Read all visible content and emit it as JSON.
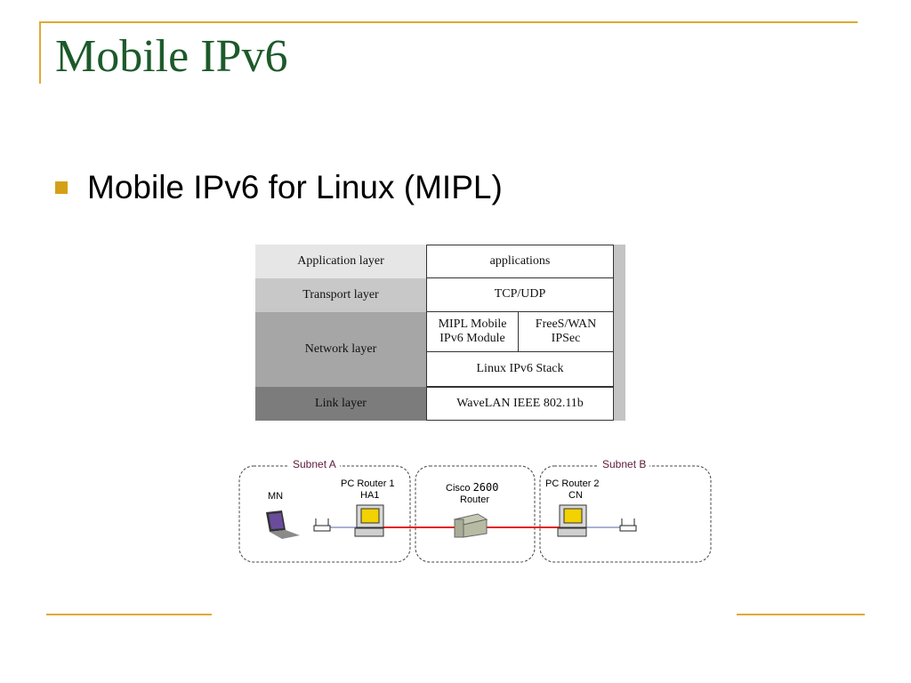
{
  "slide": {
    "title": "Mobile IPv6",
    "bullets": [
      "Mobile IPv6 for Linux (MIPL)"
    ]
  },
  "layer_table": {
    "layers": [
      {
        "name": "Application layer",
        "shade": "#e6e6e6"
      },
      {
        "name": "Transport layer",
        "shade": "#c8c8c8"
      },
      {
        "name": "Network layer",
        "shade": "#a6a6a6"
      },
      {
        "name": "Link layer",
        "shade": "#7c7c7c"
      }
    ],
    "cells": {
      "applications": "applications",
      "tcp_udp": "TCP/UDP",
      "mipl_line1": "MIPL Mobile",
      "mipl_line2": "IPv6 Module",
      "freeswan_line1": "FreeS/WAN",
      "freeswan_line2": "IPSec",
      "linux_stack": "Linux IPv6 Stack",
      "wavelan": "WaveLAN IEEE 802.11b"
    }
  },
  "network_diagram": {
    "subnet_a": "Subnet A",
    "subnet_b": "Subnet B",
    "mn": "MN",
    "pc_router_1": "PC Router 1",
    "ha1": "HA1",
    "cisco_name": "Cisco",
    "cisco_model": "2600",
    "router": "Router",
    "pc_router_2": "PC Router 2",
    "cn": "CN",
    "link_color": "#e02020"
  },
  "colors": {
    "accent": "#e0a933",
    "title": "#1c5a2a",
    "bullet": "#d4a017"
  }
}
